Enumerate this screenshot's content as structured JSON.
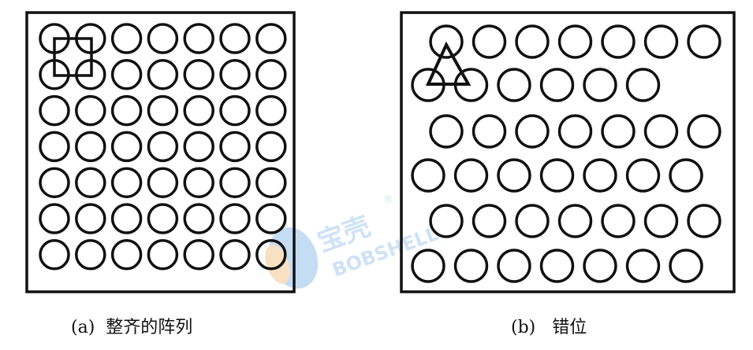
{
  "panels": [
    {
      "id": "a",
      "label": "(a)",
      "title": "整齐的阵列",
      "arrangement": "aligned",
      "rows": 7,
      "cols": 7,
      "unit_cell_marker": "square"
    },
    {
      "id": "b",
      "label": "(b)",
      "title": "错位",
      "arrangement": "staggered",
      "rows": 6,
      "row_counts": [
        7,
        6,
        7,
        7,
        7,
        7
      ],
      "unit_cell_marker": "triangle"
    }
  ],
  "watermark": {
    "cn": "宝壳",
    "en": "BOBSHELL",
    "mark": "®"
  },
  "colors": {
    "stroke": "#111111",
    "watermark_blue": "#bcd8f2",
    "watermark_orange": "#f6dcb8"
  }
}
